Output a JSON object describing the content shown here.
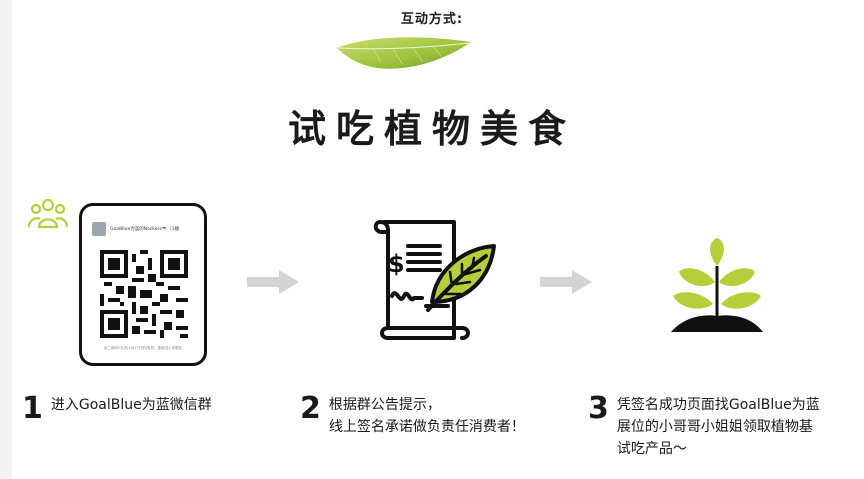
{
  "header": {
    "subtitle": "互动方式:",
    "title": "试吃植物美食"
  },
  "qr_card": {
    "group_name": "GoalBlue为蓝的Nockers🥗（1群",
    "note": "该二维码7天内(5月17日前)有效，重新进入将更新"
  },
  "steps": [
    {
      "number": "1",
      "lines": [
        "进入GoalBlue为蓝微信群"
      ]
    },
    {
      "number": "2",
      "lines": [
        "根据群公告提示，",
        "线上签名承诺做负责任消费者！"
      ]
    },
    {
      "number": "3",
      "lines": [
        "凭签名成功页面找GoalBlue为蓝",
        "展位的小哥哥小姐姐领取植物基",
        "试吃产品～"
      ]
    }
  ],
  "colors": {
    "accent_green": "#b5cf3a",
    "dark": "#1a1a1a",
    "arrow_grey": "#d4d4d4"
  },
  "icons": [
    "leaf-icon",
    "people-group-icon",
    "qr-code",
    "arrow-right-icon",
    "receipt-leaf-icon",
    "sprout-icon"
  ]
}
